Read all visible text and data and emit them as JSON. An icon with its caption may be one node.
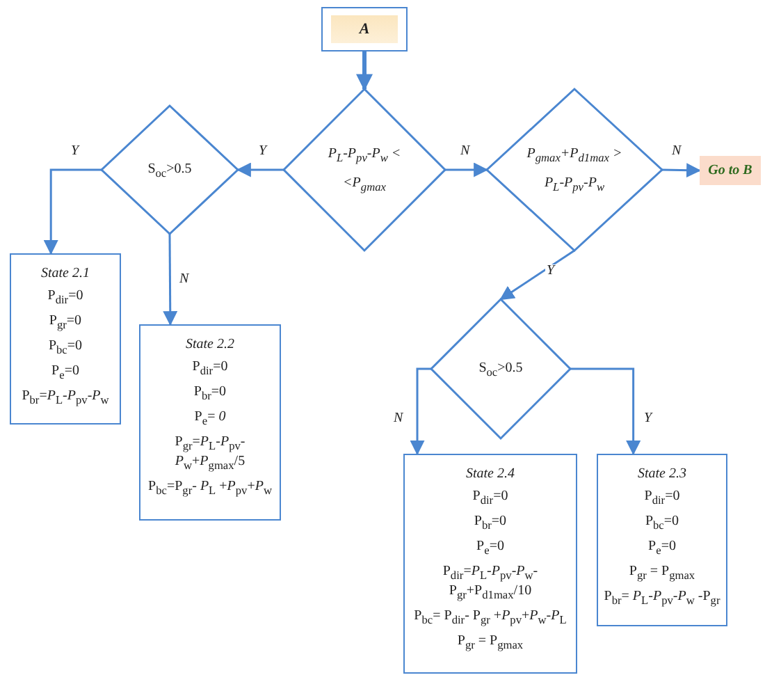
{
  "diagram": {
    "nodes": [
      {
        "text": [
          "A"
        ]
      },
      {
        "text": [
          "P$_{L}$-P$_{pv}$-P$_{w}$ < <P$_{gmax}$"
        ]
      },
      {
        "text": [
          "S$_{oc}$>0.5"
        ]
      },
      {
        "text": [
          "State 2.1",
          "P$_{dir}$=0",
          "P$_{gr}$=0",
          "P$_{bc}$=0",
          "P$_{e}$=0",
          "P$_{br}$=*P*$_{L}$-*P*$_{pv}$-*P*$_{w}$"
        ]
      },
      {
        "text": [
          "State 2.2",
          "P$_{dir}$=0",
          "P$_{br}$=0",
          "P$_{e}$= *0*",
          "P$_{gr}$=*P*$_{L}$-*P*$_{pv}$- *P*$_{w}$+*P*$_{gmax}$/5",
          "P$_{bc}$=P$_{gr}$- *P*$_{L}$ +*P*$_{pv}$+*P*$_{w}$"
        ]
      },
      {
        "text": [
          "P$_{gmax}$+P$_{d1max}$ > P$_{L}$-P$_{pv}$-P$_{w}$"
        ]
      },
      {
        "text": [
          "Go to B"
        ]
      },
      {
        "text": [
          "S$_{oc}$>0.5"
        ]
      },
      {
        "text": [
          "State 2.4",
          "P$_{dir}$=0",
          "P$_{br}$=0",
          "P$_{e}$=0",
          "P$_{dir}$=*P*$_{L}$-*P*$_{pv}$-*P*$_{w}$- P$_{gr}$+P$_{d1max}$/10",
          "P$_{bc}$= P$_{dir}$- P$_{gr}$ +*P*$_{pv}$+*P*$_{w}$-*P*$_{L}$",
          "P$_{gr}$ = P$_{gmax}$"
        ]
      },
      {
        "text": [
          "State 2.3",
          "P$_{dir}$=0",
          "P$_{bc}$=0",
          "P$_{e}$=0",
          "P$_{gr}$ = P$_{gmax}$",
          "P$_{br}$= *P*$_{L}$-*P*$_{pv}$-*P*$_{w}$ -P$_{gr}$"
        ]
      }
    ],
    "edges": [
      {
        "from": 0,
        "to": 1,
        "arrow": "to",
        "style": "thick"
      },
      {
        "from": 1,
        "to": 2,
        "arrow": "to",
        "label": "Y"
      },
      {
        "from": 2,
        "to": 3,
        "arrow": "to",
        "label": "Y"
      },
      {
        "from": 2,
        "to": 4,
        "arrow": "to",
        "label": "N"
      },
      {
        "from": 1,
        "to": 5,
        "arrow": "to",
        "label": "N"
      },
      {
        "from": 5,
        "to": 6,
        "arrow": "to",
        "label": "N"
      },
      {
        "from": 5,
        "to": 7,
        "arrow": "to",
        "label": "Y"
      },
      {
        "from": 7,
        "to": 8,
        "arrow": "to",
        "label": "N"
      },
      {
        "from": 7,
        "to": 9,
        "arrow": "to",
        "label": "Y"
      }
    ]
  }
}
